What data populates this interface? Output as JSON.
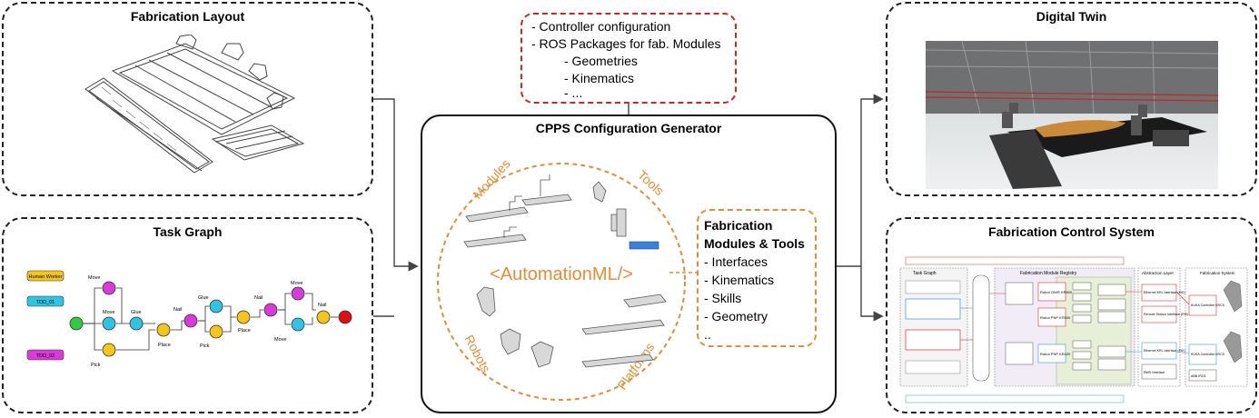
{
  "fabrication_layout": {
    "title": "Fabrication Layout"
  },
  "task_graph": {
    "title": "Task Graph",
    "legend": [
      "Human Worker",
      "TDD_01",
      "TDD_02"
    ],
    "labels": {
      "move1": "Move",
      "move2": "Move",
      "glue1": "Glue",
      "glue2": "Glue",
      "nail1": "Nail",
      "nail2": "Nail",
      "nail3": "Nail",
      "place1": "Place",
      "place2": "Place",
      "pick1": "Pick",
      "pick2": "Pick",
      "move3": "Move",
      "move4": "Move"
    },
    "colors": {
      "human": "#f5c518",
      "tdd01": "#2ec4e6",
      "tdd02": "#d93ad9",
      "start": "#2ecc40",
      "end": "#e01010"
    }
  },
  "ros_box": {
    "items": [
      "- Controller configuration",
      "- ROS Packages for fab. Modules",
      "- Geometries",
      "- Kinematics",
      "- ..."
    ]
  },
  "generator": {
    "title": "CPPS Configuration Generator",
    "ring_labels": {
      "modules": "Modules",
      "tools": "Tools",
      "robots": "Robots",
      "platforms": "Platforms"
    },
    "aml_text": "<AutomationML/>",
    "modules_box": {
      "title_line1": "Fabrication",
      "title_line2": "Modules & Tools",
      "items": [
        "- Interfaces",
        "- Kinematics",
        "- Skills",
        "- Geometry",
        ".."
      ]
    },
    "accent": "#ee8a32"
  },
  "digital_twin": {
    "title": "Digital Twin"
  },
  "control_system": {
    "title": "Fabrication Control System",
    "sections": [
      "Task Graph",
      "Fabrication Module Registry",
      "Abstraction Layer",
      "Fabrication System"
    ],
    "blocks": [
      "Robot ON/R KR600",
      "Robot PNP KR500",
      "Robot PNP KR420",
      "Ethernet KRL Interface (EKI)",
      "Remote Sensor Interface (RSI)",
      "Ethernet KRL Interface (EKI)",
      "RWS Interface",
      "KUKA Controller KRC5",
      "KUKA Controller KRC5",
      "ABB IRC5"
    ]
  }
}
